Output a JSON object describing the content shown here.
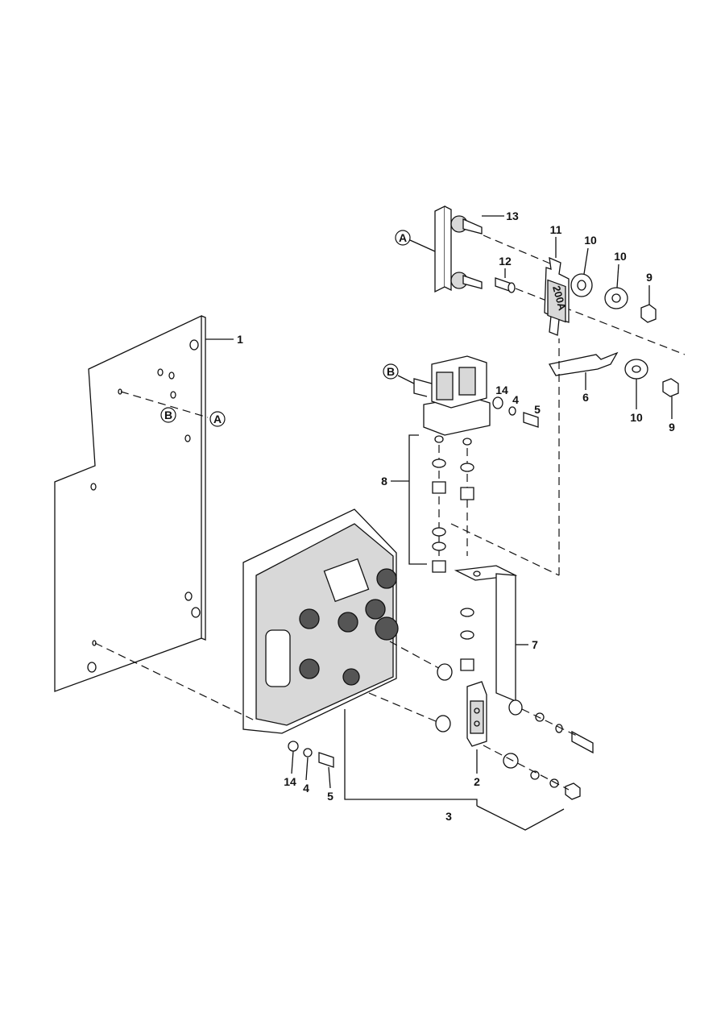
{
  "diagram": {
    "callouts": {
      "panel": "1",
      "ref_a_panel": "A",
      "ref_b_panel": "B",
      "ref_a_fuse": "A",
      "ref_b_contactor": "B",
      "fuse_holder": "13",
      "fuse": "11",
      "fuse_screw": "12",
      "washer_a": "10",
      "washer_b": "10",
      "nut_a": "9",
      "contactor_washer": "14",
      "contactor_lockwasher": "4",
      "contactor_screw": "5",
      "cable_lug": "6",
      "washer_c": "10",
      "nut_b": "9",
      "contactor": "8",
      "bracket": "7",
      "ctrl_washer": "14",
      "ctrl_lockwasher": "4",
      "ctrl_screw": "5",
      "terminal": "2",
      "controller_assembly": "3"
    },
    "fuse_rating": "200A"
  }
}
